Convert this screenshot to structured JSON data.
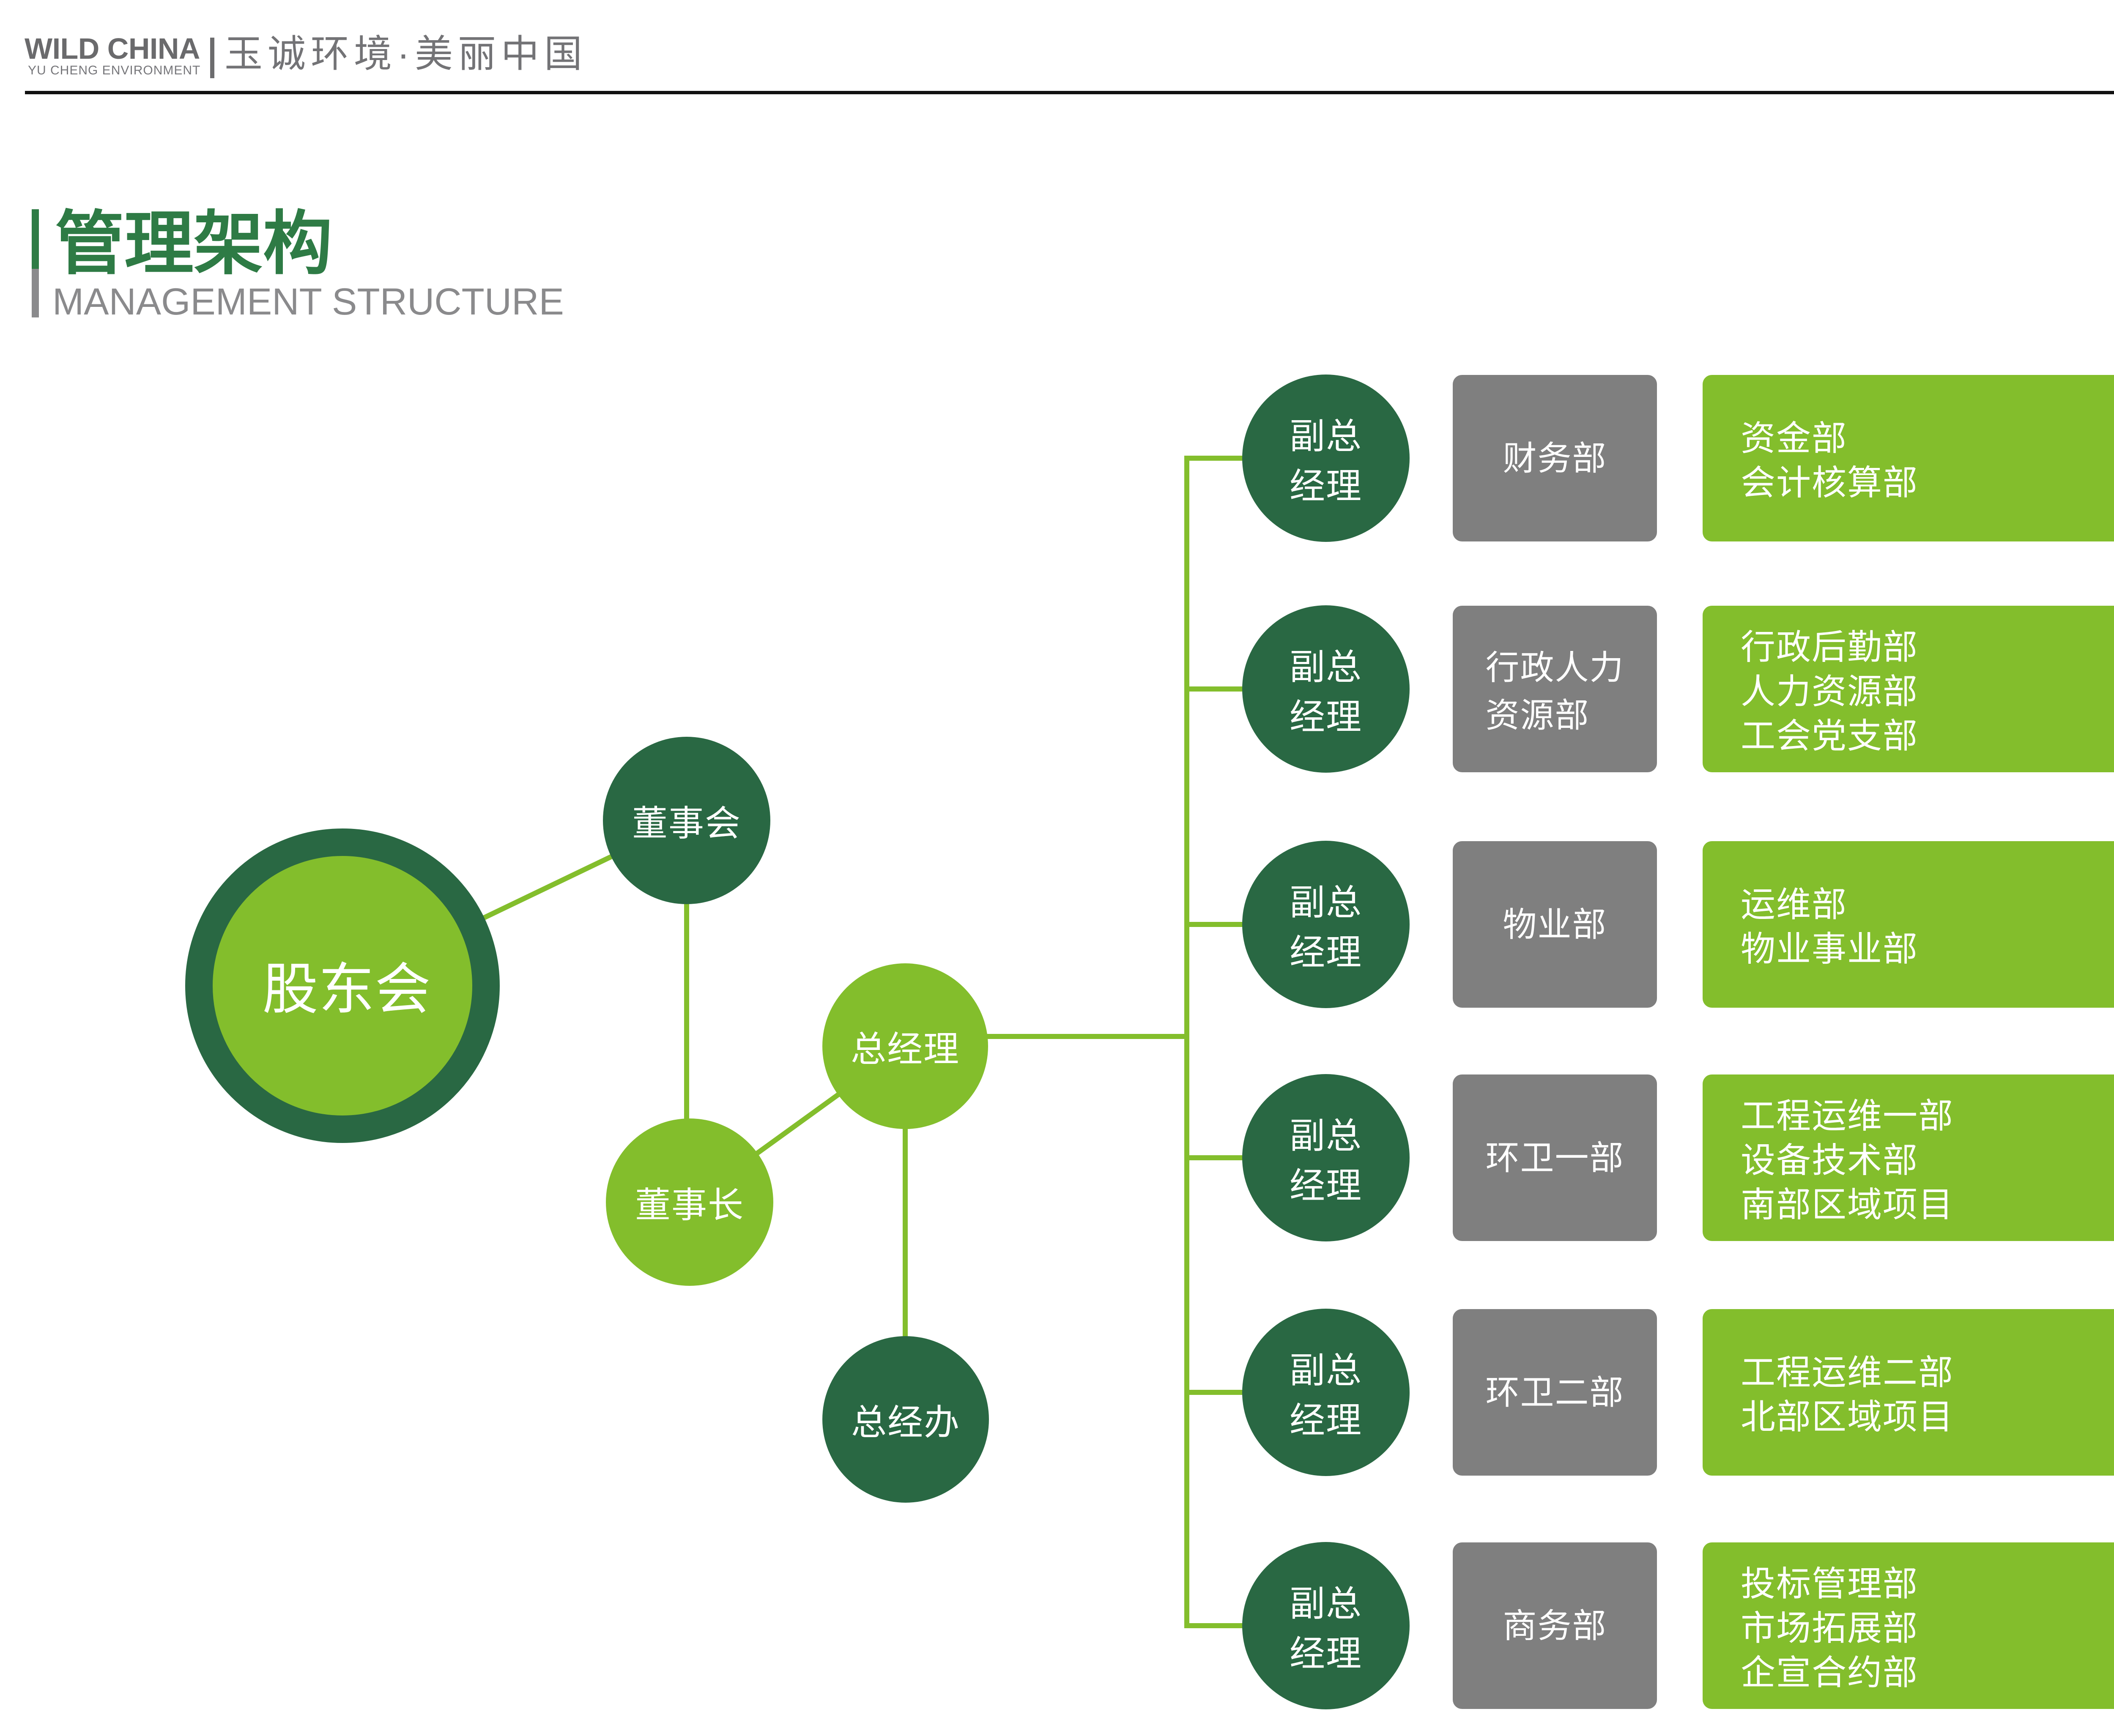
{
  "header": {
    "brand": "WILD CHINA",
    "brand_sub": "YU CHENG ENVIRONMENT",
    "brand_cn": "玉诚环境·美丽中国"
  },
  "title": {
    "cn": "管理架构",
    "en": "MANAGEMENT STRUCTURE"
  },
  "palette": {
    "light_green": "#83BE2C",
    "dark_green": "#296843",
    "title_green": "#2E7B45",
    "box_gray": "#7F7F7F",
    "rule_black": "#111111"
  },
  "org": {
    "shareholders": "股东会",
    "board": "董事会",
    "chairman": "董事长",
    "general_manager": "总经理",
    "gm_office": "总经办",
    "vice_gm_lines": [
      "副总",
      "经理"
    ],
    "rows": [
      {
        "dept_lines": [
          "财务部"
        ],
        "subdepts": [
          "资金部",
          "会计核算部"
        ]
      },
      {
        "dept_lines": [
          "行政人力",
          "资源部"
        ],
        "subdepts": [
          "行政后勤部",
          "人力资源部",
          "工会党支部"
        ]
      },
      {
        "dept_lines": [
          "物业部"
        ],
        "subdepts": [
          "运维部",
          "物业事业部"
        ]
      },
      {
        "dept_lines": [
          "环卫一部"
        ],
        "subdepts": [
          "工程运维一部",
          "设备技术部",
          "南部区域项目"
        ]
      },
      {
        "dept_lines": [
          "环卫二部"
        ],
        "subdepts": [
          "工程运维二部",
          "北部区域项目"
        ]
      },
      {
        "dept_lines": [
          "商务部"
        ],
        "subdepts": [
          "投标管理部",
          "市场拓展部",
          "企宣合约部"
        ]
      }
    ]
  }
}
